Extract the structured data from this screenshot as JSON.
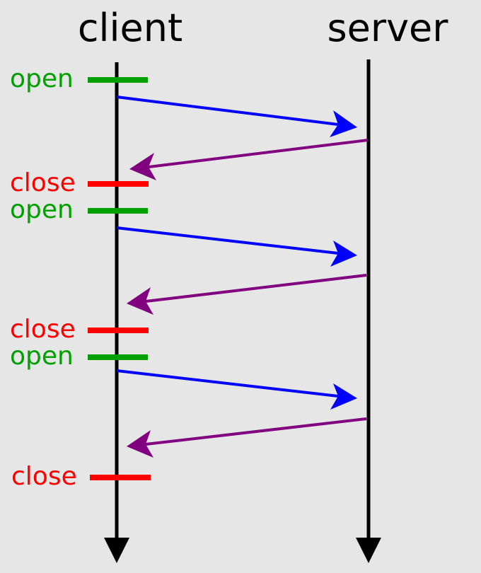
{
  "participants": {
    "client": "client",
    "server": "server"
  },
  "events": {
    "open_1": "open",
    "close_1": "close",
    "open_2": "open",
    "close_2": "close",
    "open_3": "open",
    "close_3": "close"
  },
  "colors": {
    "background": "#e6e6e6",
    "lifeline": "#000000",
    "open": "#00a000",
    "close": "#ff0000",
    "request": "#0000ff",
    "response": "#800080"
  }
}
